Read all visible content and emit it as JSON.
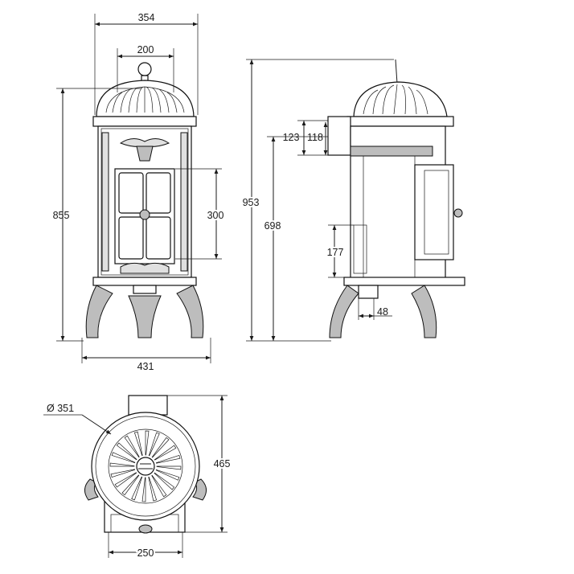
{
  "front_view": {
    "width_top": "354",
    "width_dome": "200",
    "height_total": "855",
    "door_height": "300",
    "base_width": "431"
  },
  "side_view": {
    "height_overall": "953",
    "height_outlet": "698",
    "flue_offset_a": "123",
    "flue_offset_b": "118",
    "air_inlet_height": "177",
    "air_inlet_width": "48"
  },
  "top_view": {
    "diameter": "Ø 351",
    "depth": "465",
    "base_depth": "250"
  }
}
